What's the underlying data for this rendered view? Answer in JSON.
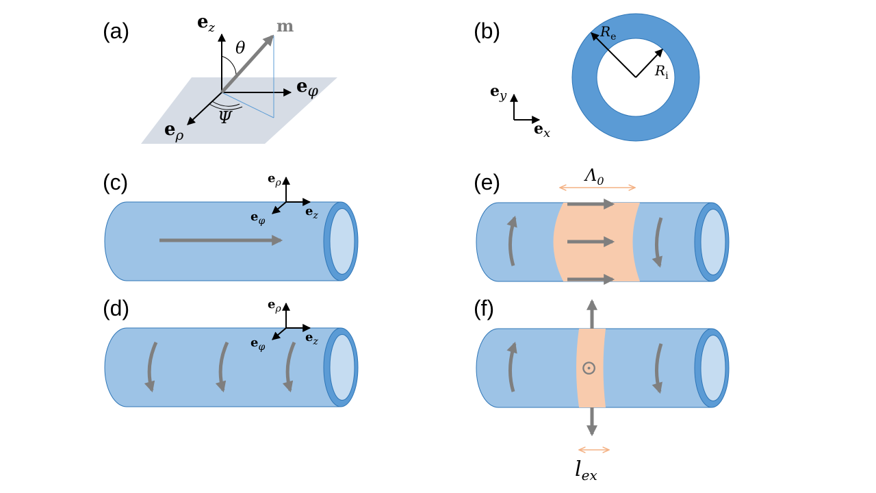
{
  "panels": {
    "a": {
      "label": "(a)",
      "e_z": {
        "base": "e",
        "sub": "z"
      },
      "m": "m",
      "theta": "θ",
      "e_phi": {
        "base": "e",
        "sub": "φ"
      },
      "e_rho": {
        "base": "e",
        "sub": "ρ"
      },
      "psi": "Ψ"
    },
    "b": {
      "label": "(b)",
      "e_y": {
        "base": "e",
        "sub": "y"
      },
      "e_x": {
        "base": "e",
        "sub": "x"
      },
      "R_e": {
        "base": "R",
        "sub": "e"
      },
      "R_i": {
        "base": "R",
        "sub": "i"
      }
    },
    "c": {
      "label": "(c)",
      "e_rho": {
        "base": "e",
        "sub": "ρ"
      },
      "e_phi": {
        "base": "e",
        "sub": "φ"
      },
      "e_z": {
        "base": "e",
        "sub": "z"
      }
    },
    "d": {
      "label": "(d)",
      "e_rho": {
        "base": "e",
        "sub": "ρ"
      },
      "e_phi": {
        "base": "e",
        "sub": "φ"
      },
      "e_z": {
        "base": "e",
        "sub": "z"
      }
    },
    "e": {
      "label": "(e)",
      "lambda": {
        "base": "Λ",
        "sub": "0"
      }
    },
    "f": {
      "label": "(f)",
      "odot": "⊙",
      "l_ex": {
        "base": "l",
        "sub": "ex"
      }
    }
  },
  "colors": {
    "tube": "#9dc3e6",
    "tube_edge": "#2e75b6",
    "tube_end": "#5b9bd5",
    "tube_inner": "#c5dcf1",
    "wall": "#4f8fd0",
    "ring": "#5b9bd5",
    "plane": "#d6dce5",
    "arrow_gray": "#7f7f7f",
    "domain_wall": "#f8cbad",
    "domain_arrow": "#f4b183",
    "thin_line": "#5b9bd5"
  }
}
